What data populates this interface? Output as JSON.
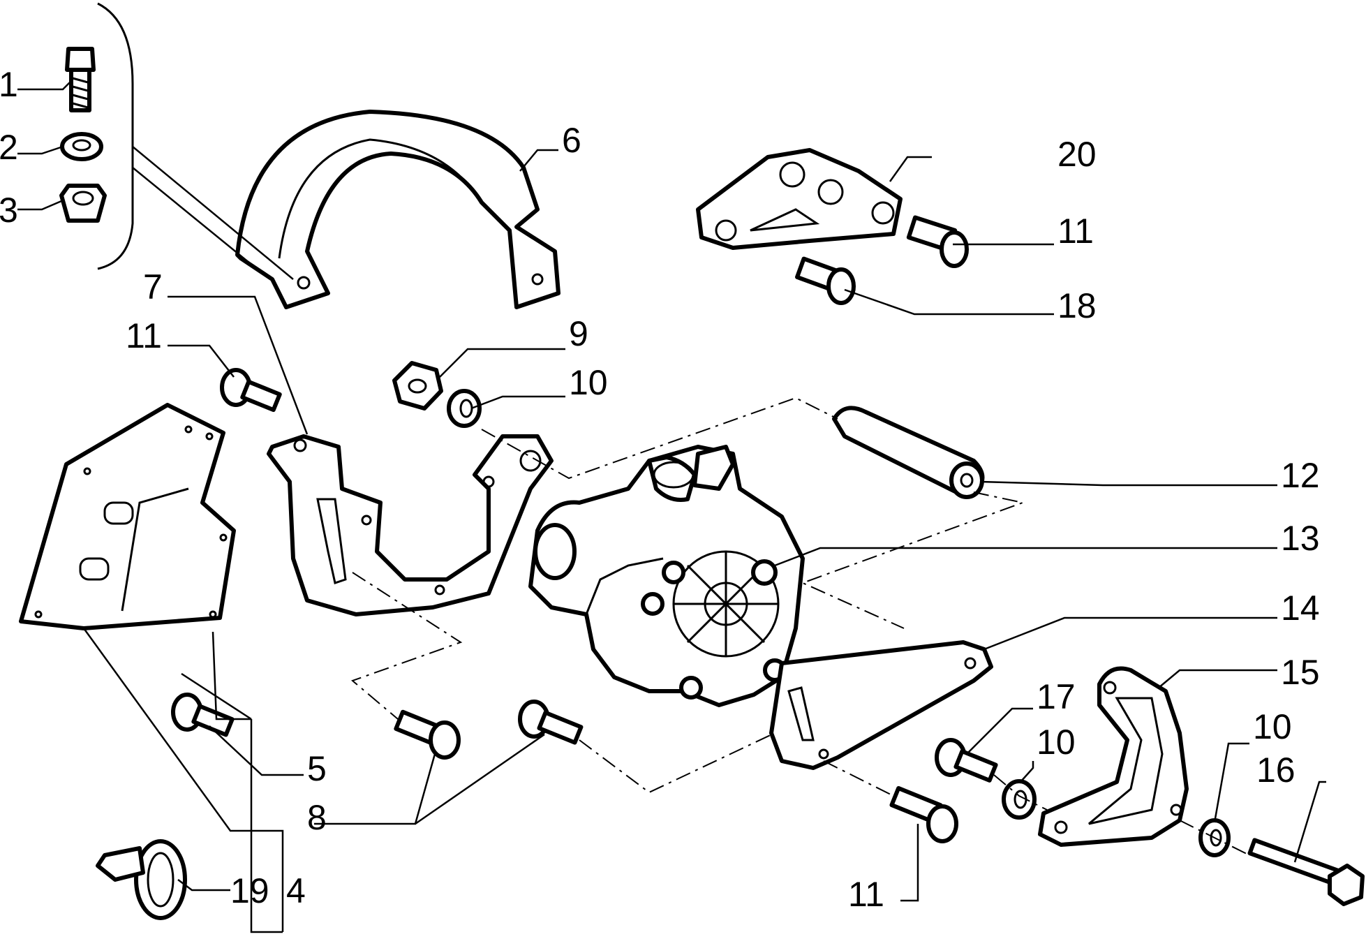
{
  "callouts": [
    {
      "id": "c1",
      "text": "1"
    },
    {
      "id": "c2",
      "text": "2"
    },
    {
      "id": "c3",
      "text": "3"
    },
    {
      "id": "c4",
      "text": "4"
    },
    {
      "id": "c5",
      "text": "5"
    },
    {
      "id": "c6",
      "text": "6"
    },
    {
      "id": "c7",
      "text": "7"
    },
    {
      "id": "c8",
      "text": "8"
    },
    {
      "id": "c9",
      "text": "9"
    },
    {
      "id": "c10a",
      "text": "10"
    },
    {
      "id": "c10b",
      "text": "10"
    },
    {
      "id": "c10c",
      "text": "10"
    },
    {
      "id": "c11a",
      "text": "11"
    },
    {
      "id": "c11b",
      "text": "11"
    },
    {
      "id": "c11c",
      "text": "11"
    },
    {
      "id": "c12",
      "text": "12"
    },
    {
      "id": "c13",
      "text": "13"
    },
    {
      "id": "c14",
      "text": "14"
    },
    {
      "id": "c15",
      "text": "15"
    },
    {
      "id": "c16",
      "text": "16"
    },
    {
      "id": "c17",
      "text": "17"
    },
    {
      "id": "c18",
      "text": "18"
    },
    {
      "id": "c19",
      "text": "19"
    },
    {
      "id": "c20",
      "text": "20"
    }
  ]
}
